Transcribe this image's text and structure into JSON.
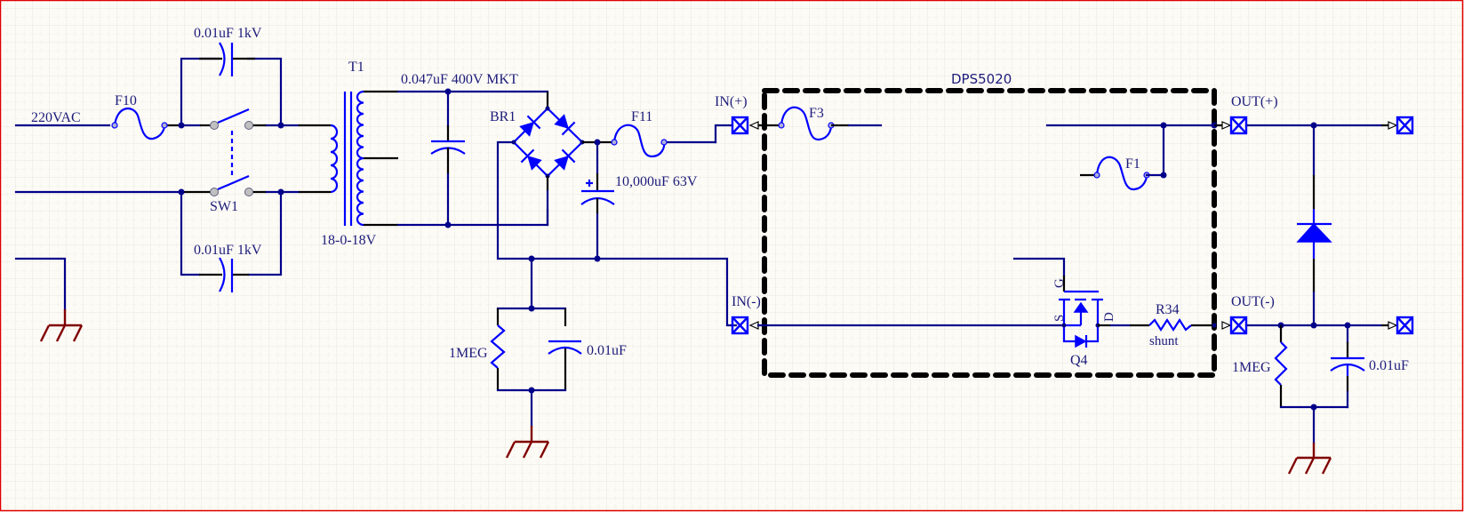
{
  "schematic": {
    "title_box": "DPS5020",
    "labels": {
      "input_voltage": "220VAC",
      "fuse_input": "F10",
      "cap_top_snubber": "0.01uF 1kV",
      "cap_bottom_snubber": "0.01uF 1kV",
      "switch": "SW1",
      "transformer": "T1",
      "transformer_rating": "18-0-18V",
      "secondary_cap": "0.047uF 400V MKT",
      "bridge": "BR1",
      "fuse_rectifier": "F11",
      "bulk_cap": "10,000uF 63V",
      "in_resistor": "1MEG",
      "in_cap": "0.01uF",
      "port_in_plus": "IN(+)",
      "port_in_minus": "IN(-)",
      "fuse_internal": "F3",
      "fuse_output": "F1",
      "mosfet": "Q4",
      "mosfet_gate": "G",
      "mosfet_source": "S",
      "mosfet_drain": "D",
      "shunt_ref": "R34",
      "shunt_value": "shunt",
      "port_out_plus": "OUT(+)",
      "port_out_minus": "OUT(-)",
      "out_resistor": "1MEG",
      "out_cap": "0.01uF"
    },
    "colors": {
      "background": "#fdfbf6",
      "grid": "#ebe9e2",
      "wire": "#00008b",
      "component": "#0000ff",
      "ground": "#800000",
      "border": "#e00000",
      "text": "#1c1c7a"
    }
  }
}
